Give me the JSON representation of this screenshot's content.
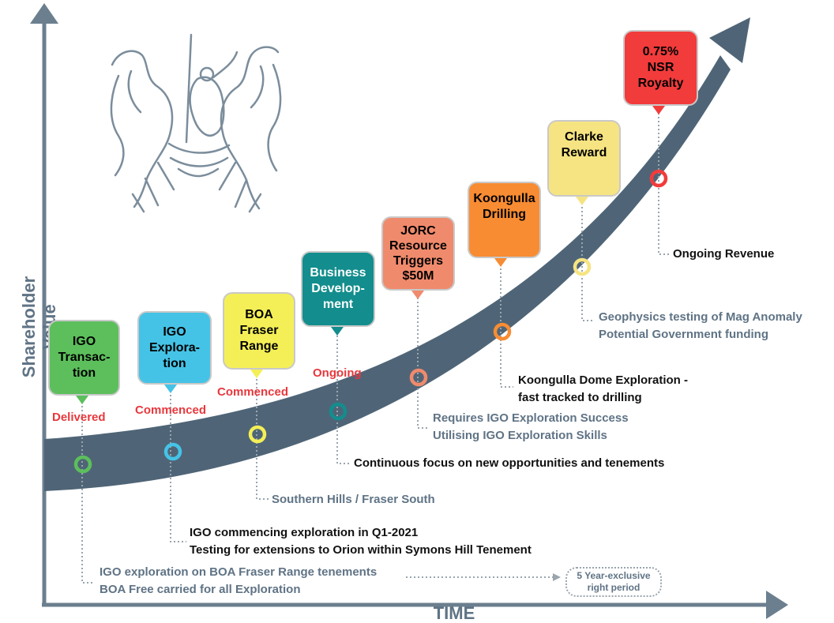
{
  "axes": {
    "y_label": "Shareholder Value",
    "x_label": "TIME"
  },
  "colors": {
    "arrow": "#4f6577",
    "axis": "#6b7f8f",
    "status_red": "#e8383d",
    "muted_text": "#5f7385"
  },
  "milestones": [
    {
      "id": "m1",
      "title_lines": [
        "IGO",
        "Transac-",
        "tion"
      ],
      "status": "Delivered",
      "fill": "#5cbf5c",
      "ring": "#5cbf5c",
      "notes": [
        "IGO exploration on BOA Fraser Range tenements",
        "BOA Free carried for all Exploration"
      ],
      "note_style": "muted"
    },
    {
      "id": "m2",
      "title_lines": [
        "IGO",
        "Explora-",
        "tion"
      ],
      "status": "Commenced",
      "fill": "#45c3e6",
      "ring": "#45c3e6",
      "notes": [
        "IGO commencing exploration in Q1-2021",
        "Testing for extensions to Orion within Symons Hill Tenement"
      ],
      "note_style": "dark"
    },
    {
      "id": "m3",
      "title_lines": [
        "BOA",
        "Fraser",
        "Range"
      ],
      "status": "Commenced",
      "fill": "#f4ef57",
      "ring": "#f4ef57",
      "notes": [
        "Southern Hills / Fraser South"
      ],
      "note_style": "muted"
    },
    {
      "id": "m4",
      "title_lines": [
        "Business",
        "Develop-",
        "ment"
      ],
      "status": "Ongoing",
      "fill": "#138d8d",
      "ring": "#138d8d",
      "notes": [
        "Continuous focus on new opportunities and tenements"
      ],
      "note_style": "dark"
    },
    {
      "id": "m5",
      "title_lines": [
        "JORC",
        "Resource",
        "Triggers",
        "$50M"
      ],
      "status": "",
      "fill": "#f08a6c",
      "ring": "#f08a6c",
      "notes": [
        "Requires IGO Exploration Success",
        "Utilising IGO Exploration Skills"
      ],
      "note_style": "muted"
    },
    {
      "id": "m6",
      "title_lines": [
        "Koongulla",
        "Drilling"
      ],
      "status": "",
      "fill": "#f88c33",
      "ring": "#f88c33",
      "notes": [
        "Koongulla Dome Exploration -",
        "fast tracked to drilling"
      ],
      "note_style": "dark"
    },
    {
      "id": "m7",
      "title_lines": [
        "Clarke",
        "Reward"
      ],
      "status": "",
      "fill": "#f6e482",
      "ring": "#f6e482",
      "notes": [
        "Geophysics testing of Mag Anomaly",
        "Potential Government funding"
      ],
      "note_style": "muted"
    },
    {
      "id": "m8",
      "title_lines": [
        "0.75%",
        "NSR",
        "Royalty"
      ],
      "status": "",
      "fill": "#f23b3b",
      "ring": "#f23b3b",
      "notes": [
        "Ongoing Revenue"
      ],
      "note_style": "dark"
    }
  ],
  "period_pill": {
    "line1": "5 Year-exclusive",
    "line2": "right period"
  }
}
